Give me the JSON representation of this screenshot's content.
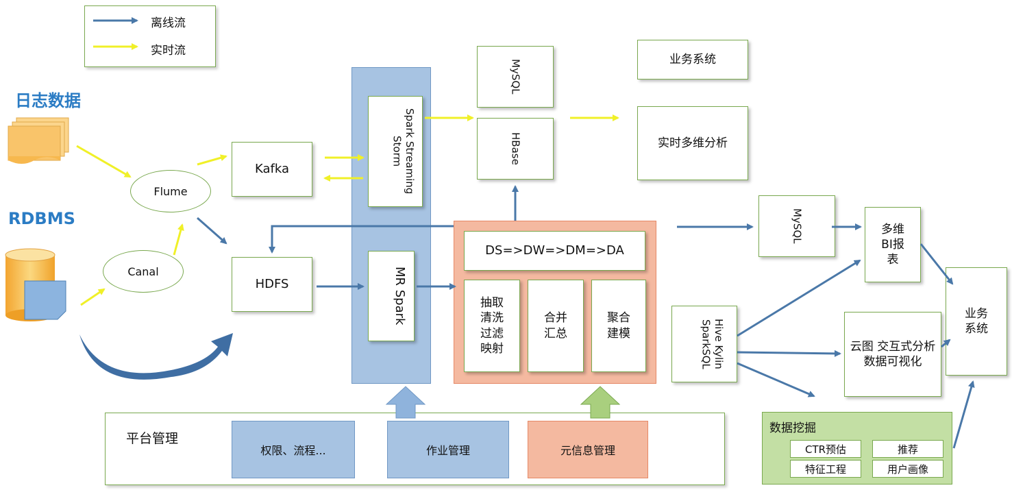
{
  "legend": {
    "offline_label": "离线流",
    "realtime_label": "实时流"
  },
  "sources": {
    "log_data": "日志数据",
    "rdbms": "RDBMS"
  },
  "collectors": {
    "flume": "Flume",
    "canal": "Canal"
  },
  "nodes": {
    "kafka": "Kafka",
    "hdfs": "HDFS",
    "spark_streaming": "Spark Streaming Storm",
    "mr_spark": "MR Spark",
    "mysql_top": "MySQL",
    "hbase": "HBase",
    "business_system_top": "业务系统",
    "realtime_analysis": "实时多维分析",
    "pipeline": "DS=>DW=>DM=>DA",
    "etl": "抽取 清洗 过滤 映射",
    "merge": "合并 汇总",
    "aggregate": "聚合 建模",
    "mysql_right": "MySQL",
    "query_engines": "Hive Kylin SparkSQL",
    "bi_report": "多维 BI报 表",
    "visualization": "云图 交互式分析 数据可视化",
    "business_system_right": "业务 系统"
  },
  "mining": {
    "title": "数据挖掘",
    "items": [
      "CTR预估",
      "推荐",
      "特征工程",
      "用户画像"
    ]
  },
  "platform": {
    "title": "平台管理",
    "items": [
      "权限、流程...",
      "作业管理",
      "元信息管理"
    ]
  },
  "colors": {
    "offline_arrow": "#4a78a8",
    "realtime_arrow": "#f0f028",
    "box_border": "#79a84e",
    "blue_panel": "#a7c3e2",
    "orange_panel": "#f4b9a0",
    "mining_panel": "#c3dfa4",
    "heading_blue": "#2b7cc4"
  }
}
